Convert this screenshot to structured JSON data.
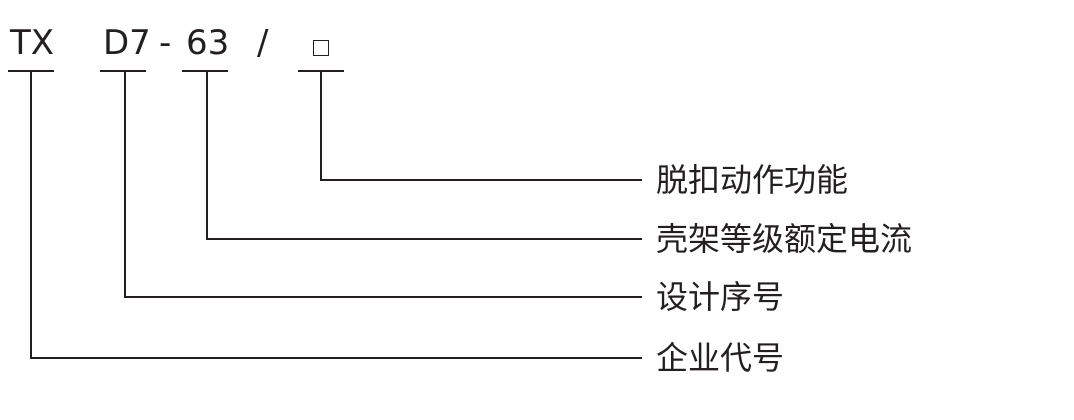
{
  "code": {
    "part1": "TX",
    "part2": "D7",
    "sep1": "-",
    "part3": "63",
    "sep2": "/",
    "placeholder_box": "□"
  },
  "descriptions": {
    "trip_function": "脱扣动作功能",
    "frame_rated_current": "壳架等级额定电流",
    "design_serial": "设计序号",
    "enterprise_code": "企业代号"
  }
}
